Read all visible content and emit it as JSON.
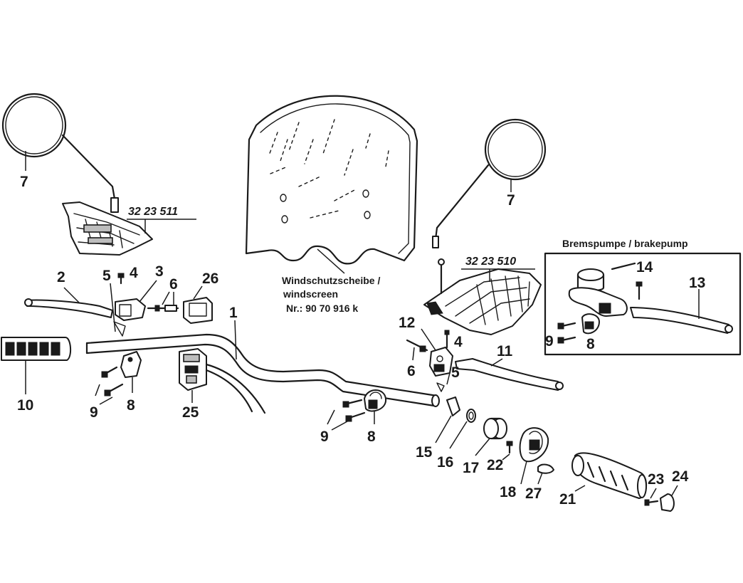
{
  "diagram": {
    "part_numbers": {
      "left_handguard": "32 23 511",
      "right_handguard": "32 23 510"
    },
    "windscreen": {
      "line1": "Windschutzscheibe /",
      "line2": "windscreen",
      "line3": "Nr.: 90 70 916 k"
    },
    "brakepump": {
      "title": "Bremspumpe / brakepump"
    },
    "labels": {
      "l7_left": "7",
      "l7_right": "7",
      "l2": "2",
      "l5_left": "5",
      "l4_left": "4",
      "l3": "3",
      "l6_left": "6",
      "l26": "26",
      "l1": "1",
      "l10": "10",
      "l9_left": "9",
      "l8_left": "8",
      "l25": "25",
      "l12": "12",
      "l4_right": "4",
      "l11": "11",
      "l6_right": "6",
      "l5_right": "5",
      "l9_right": "9",
      "l8_right": "8",
      "l15": "15",
      "l16": "16",
      "l17": "17",
      "l22": "22",
      "l18": "18",
      "l27": "27",
      "l21": "21",
      "l23": "23",
      "l24": "24",
      "l14": "14",
      "l13": "13",
      "l9_box": "9",
      "l8_box": "8"
    }
  }
}
